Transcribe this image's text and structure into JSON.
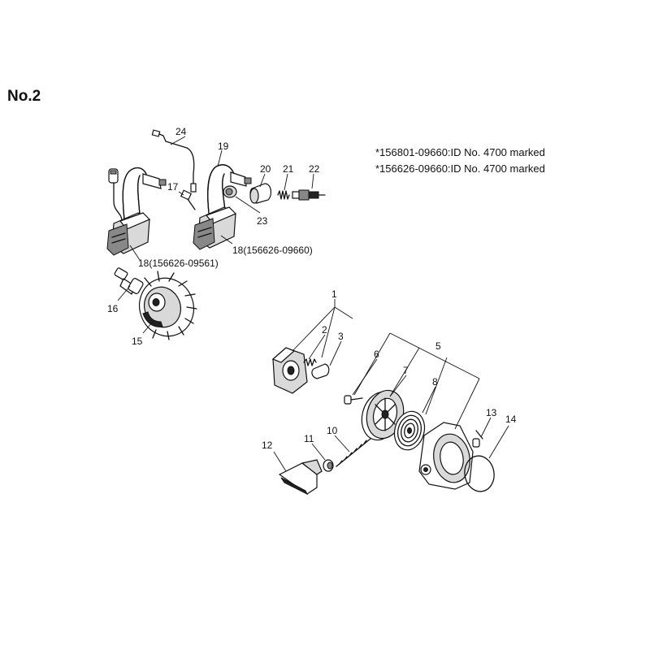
{
  "heading": "No.2",
  "notes": [
    "*156801-09660:ID No. 4700 marked",
    "*156626-09660:ID No. 4700 marked"
  ],
  "callouts": {
    "c1": "1",
    "c2": "2",
    "c3": "3",
    "c5": "5",
    "c6": "6",
    "c7": "7",
    "c8": "8",
    "c10": "10",
    "c11": "11",
    "c12": "12",
    "c13": "13",
    "c14": "14",
    "c15": "15",
    "c16": "16",
    "c17": "17",
    "c18a": "18(156626-09561)",
    "c18b": "18(156626-09660)",
    "c19": "19",
    "c20": "20",
    "c21": "21",
    "c22": "22",
    "c23": "23",
    "c24": "24"
  }
}
